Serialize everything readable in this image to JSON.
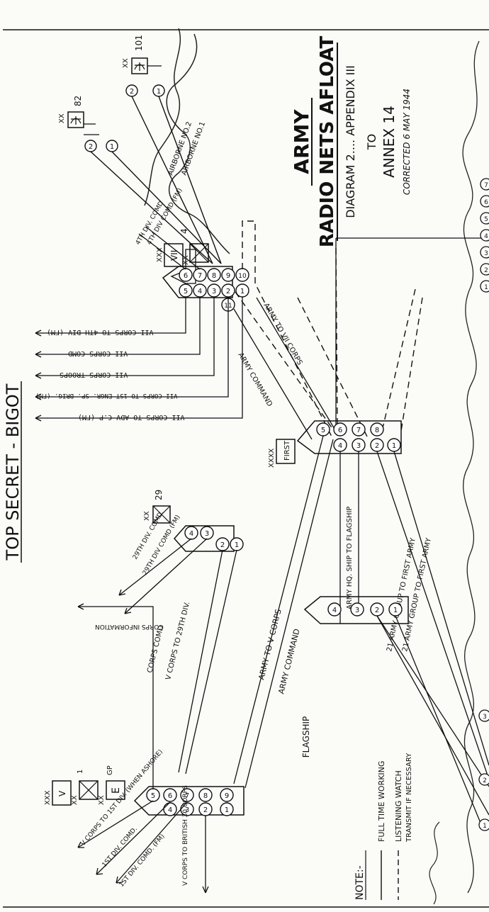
{
  "header": {
    "classification": "TOP SECRET - BIGOT"
  },
  "title": {
    "line1": "ARMY",
    "line2": "RADIO NETS AFLOAT",
    "line3": "DIAGRAM 2.... APPENDIX III",
    "line4": "TO",
    "line5": "ANNEX 14",
    "line6": "CORRECTED 6 MAY 1944"
  },
  "units": {
    "div29": {
      "echelon": "XX",
      "number": "29"
    },
    "div82": {
      "echelon": "XX",
      "number": "82"
    },
    "div101": {
      "echelon": "XX",
      "number": "101"
    },
    "vii_corps": {
      "echelon_corps": "XXX",
      "corps": "VII",
      "echelon_div": "XX",
      "div": "4"
    },
    "first_army": {
      "echelon": "XXXX",
      "name": "FIRST"
    },
    "v_corps": {
      "echelon_corps": "XXX",
      "corps": "V",
      "echelon_div": "XX",
      "div": "1",
      "gp_echelon": "XX",
      "gp_letter": "E",
      "gp_label": "GP"
    },
    "flagship": {
      "label": "FLAGSHIP"
    }
  },
  "nets": {
    "airborne1": "AIRBORNE NO.1",
    "airborne2": "AIRBORNE NO.2",
    "div4_comd": "4TH DIV. COMD",
    "div4_comd_fm": "4TH DIV COMD (FM)",
    "vii_to_4div_fm": "VII CORPS TO 4TH DIV (FM)",
    "vii_comd": "VII CORPS COMD",
    "vii_troops": "VII CORPS TROOPS",
    "vii_to_engr": "VII CORPS TO 1ST ENGR. SP. BRIG. (FM)",
    "vii_to_adv": "VII CORPS TO ADV C.P (FM)",
    "army_to_vii": "ARMY TO VII CORPS",
    "army_command_1": "ARMY COMMAND",
    "div29_comd": "29TH DIV. COMD.",
    "div29_comd_fm": "29TH DIV COMD (FM)",
    "army_hq_ship": "ARMY HQ. SHIP TO FLAGSHIP",
    "ag21_first_1": "21 ARMY GROUP TO FIRST ARMY",
    "ag21_first_2": "21 ARMY GROUP TO FIRST ARMY",
    "army_to_v": "ARMY TO V CORPS",
    "army_command_2": "ARMY COMMAND",
    "v_to_29div": "V CORPS TO 29TH DIV.",
    "corps_comd": "CORPS COMD",
    "corps_info": "CORPS INFORMATION",
    "v_to_1div": "V CORPS TO 1ST DIV. (WHEN ASHORE)",
    "div1_comd": "1ST DIV. COMD.",
    "div1_comd_fm": "1ST DIV. COMD. (FM)",
    "v_to_british": "V CORPS TO BRITISH 30 CORPS"
  },
  "node_numbers": {
    "vii": [
      "6",
      "7",
      "8",
      "9",
      "10",
      "5",
      "4",
      "3",
      "2",
      "1",
      "11"
    ],
    "first": [
      "5",
      "6",
      "4",
      "3",
      "7",
      "2",
      "8",
      "1"
    ],
    "div29": [
      "4",
      "3",
      "2",
      "1"
    ],
    "flag": [
      "4",
      "3",
      "2",
      "1"
    ],
    "v": [
      "5",
      "6",
      "4",
      "7",
      "3",
      "8",
      "2",
      "9",
      "1"
    ],
    "div82": [
      "2",
      "1"
    ],
    "div101": [
      "2",
      "1"
    ],
    "bottom_right": [
      "1",
      "2",
      "3",
      "4",
      "5",
      "6",
      "7"
    ],
    "bottom_left": [
      "1",
      "2",
      "3"
    ]
  },
  "note": {
    "heading": "NOTE:-",
    "full_time": "FULL TIME WORKING",
    "listening": "LISTENING WATCH",
    "transmit": "TRANSMIT IF NECESSARY"
  }
}
